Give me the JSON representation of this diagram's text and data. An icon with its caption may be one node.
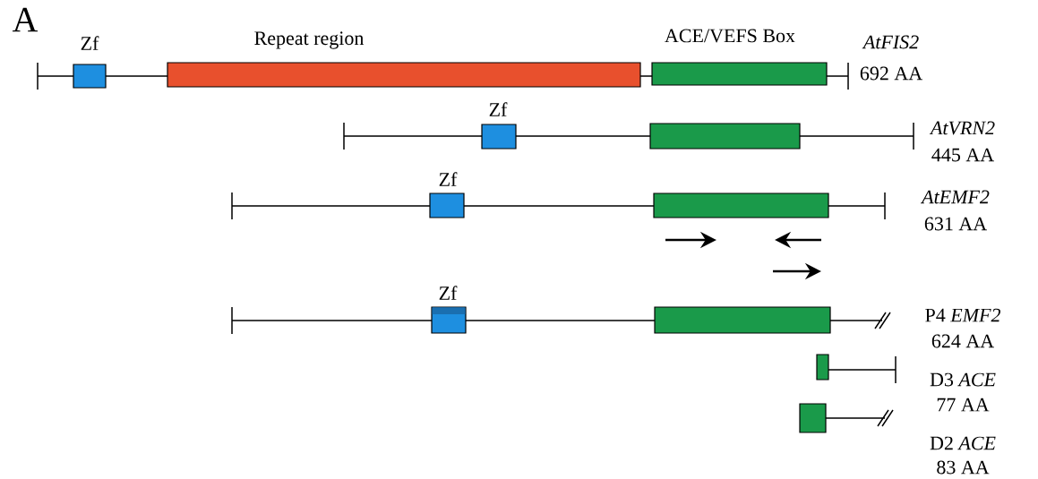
{
  "diagram": {
    "nodes": [
      {
        "text": [
          "Zf"
        ]
      },
      {
        "text": [
          "Repeat region"
        ]
      },
      {
        "text": [
          "ACE/VEFS Box"
        ]
      },
      {
        "text": [
          "Zf"
        ]
      },
      {
        "text": [],
        "shape": "box"
      },
      {
        "text": [
          "Zf"
        ]
      },
      {
        "text": [],
        "shape": "box"
      },
      {
        "text": [
          "Zf"
        ]
      },
      {
        "text": [],
        "shape": "box"
      },
      {
        "text": [],
        "shape": "box"
      },
      {
        "text": [],
        "shape": "box"
      }
    ],
    "labels": [
      "A",
      "AtFIS2",
      "692 AA",
      "AtVRN2",
      "445 AA",
      "AtEMF2",
      "631 AA",
      "P4 *EMF2*",
      "624 AA",
      "D3 *ACE*",
      "77 AA",
      "D2 *ACE*",
      "83 AA"
    ]
  }
}
